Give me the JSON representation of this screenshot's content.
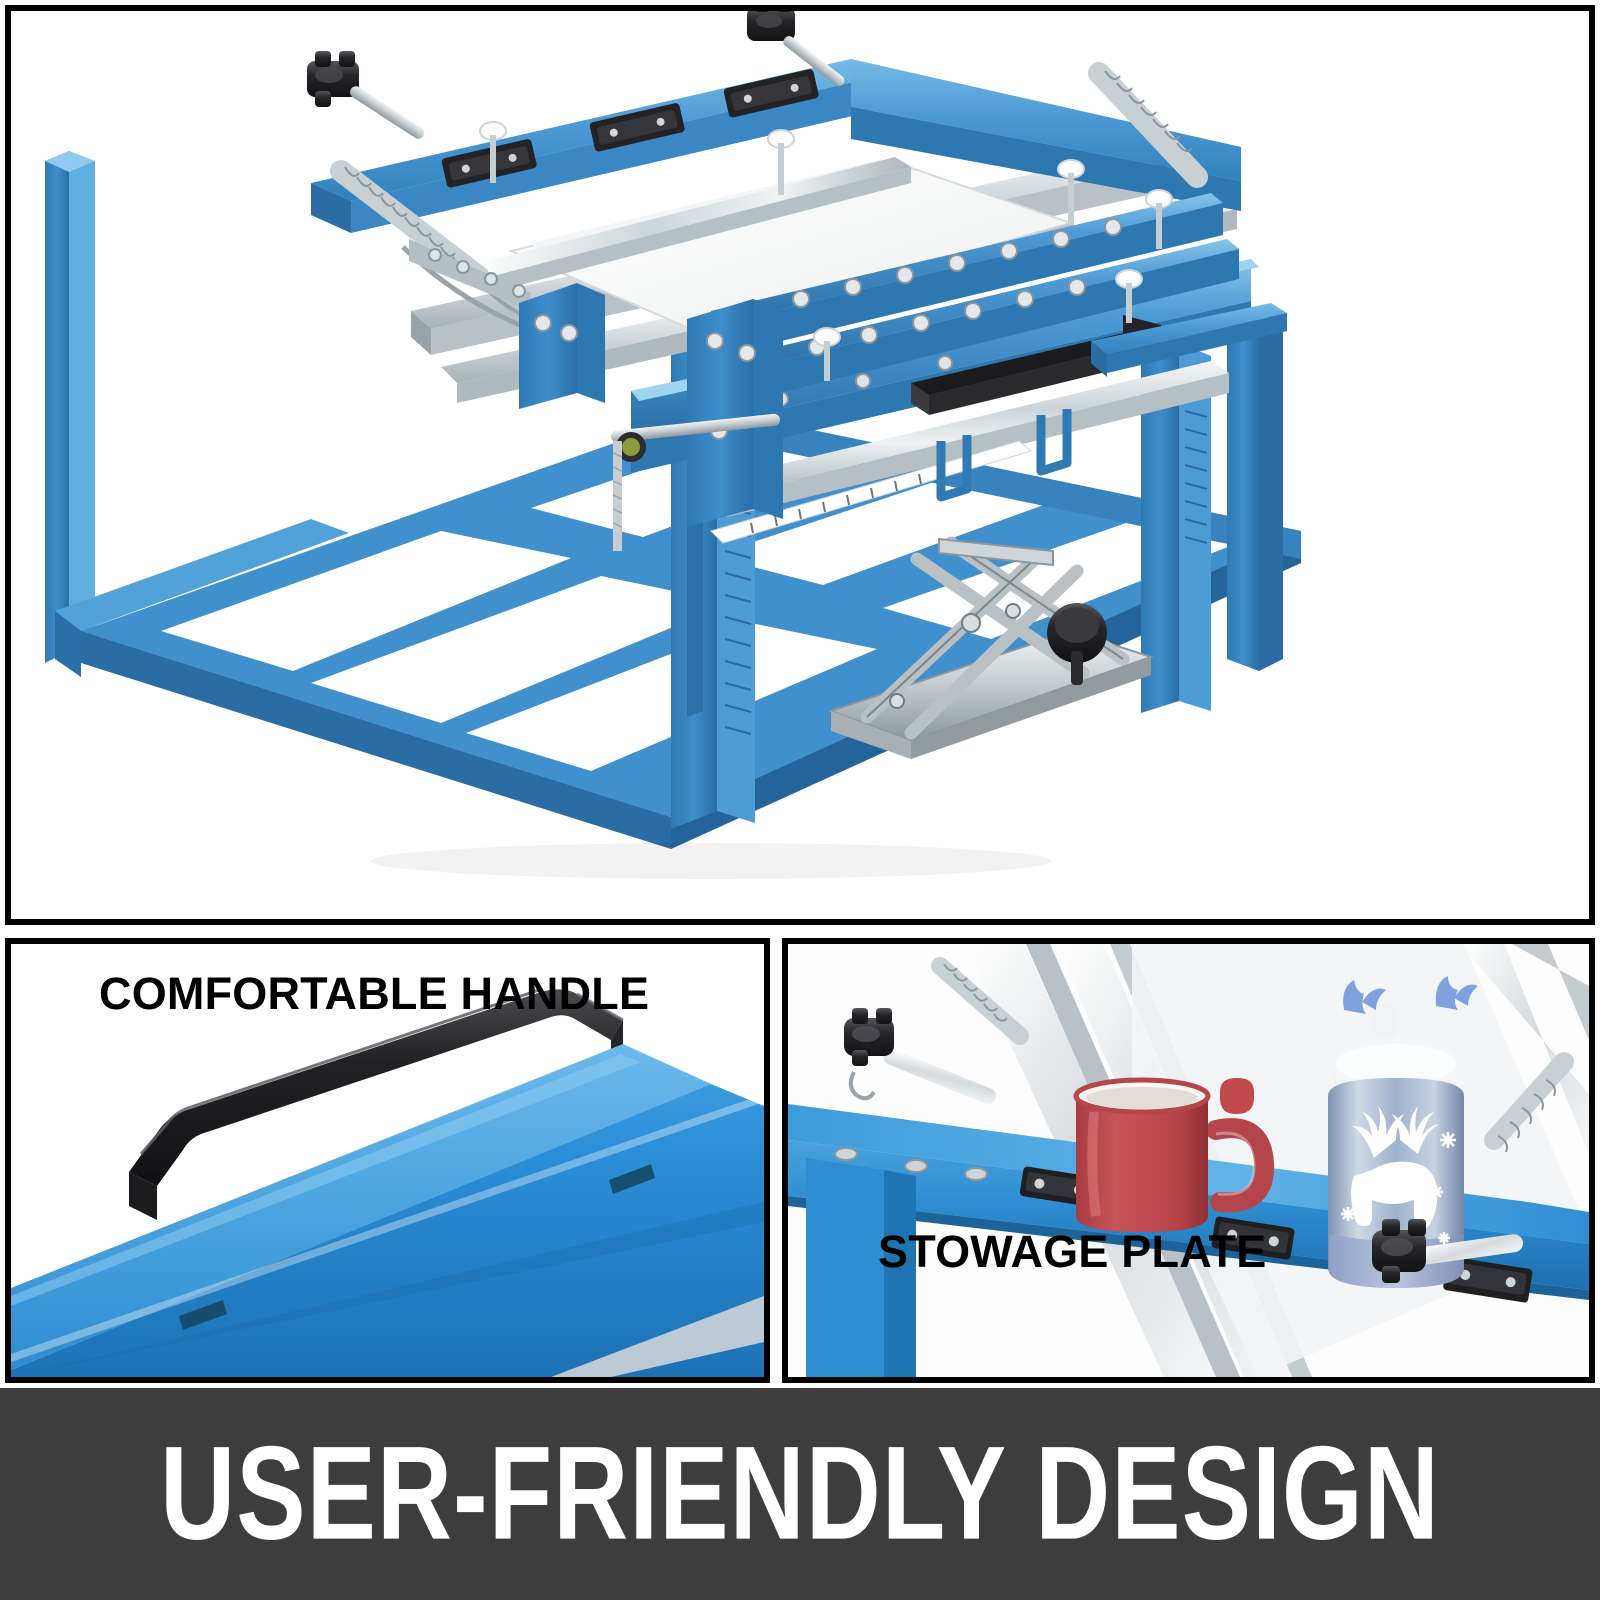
{
  "product": {
    "name": "screen-printing-press",
    "description": "Blue steel screen printing press with aluminium screen frame, spring arms, scissor-lift platen and stowage plate",
    "colors": {
      "blue_light": "#5aa8dd",
      "blue_mid": "#3d8ecb",
      "blue_dark": "#2f79b4",
      "blue_shadow": "#1f5f93",
      "aluminium": "#c9d0d4",
      "black_part": "#2a2a2c",
      "banner_bg": "#3d3d3d",
      "banner_text": "#ffffff",
      "border": "#000000",
      "mug_red": "#c1484b",
      "thermos_silver": "#b9c6d6",
      "thermos_blue": "#8fa8d4"
    }
  },
  "panels": {
    "main": {
      "name": "full product view",
      "title": ""
    },
    "handle": {
      "title": "COMFORTABLE HANDLE"
    },
    "stowage": {
      "title": "STOWAGE PLATE"
    }
  },
  "banner": {
    "text": "USER-FRIENDLY DESIGN"
  },
  "stowage_items": [
    {
      "name": "coffee-mug",
      "color": "#c1484b",
      "detail": "red matte ceramic mug with handle"
    },
    {
      "name": "thermos-bottle",
      "color": "#b9c6d6",
      "detail": "silver blue thermos with deer antlers lid, white reindeer and snowflake print"
    }
  ]
}
